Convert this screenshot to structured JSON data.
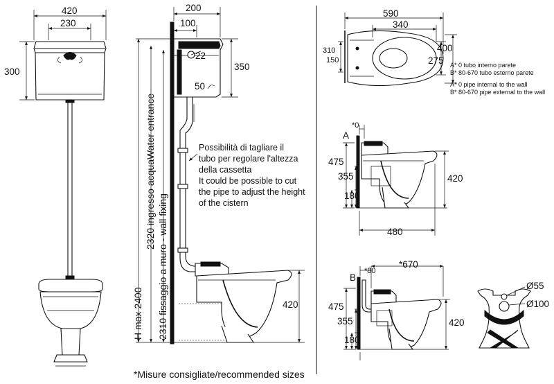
{
  "front_view": {
    "cistern_width": "420",
    "cistern_inner_width": "230",
    "cistern_height": "300"
  },
  "side_view": {
    "cistern_depth": "200",
    "cistern_inner": "100",
    "pipe_diameter": "22",
    "cistern_height": "350",
    "flush_pipe": "50",
    "bowl_height": "420",
    "total_height": "H max 2400",
    "water_entrance": "2320 ingresso acquaWater entrance",
    "wall_fixing": "2310 fissaggio a muro - wall fixing"
  },
  "cut_note": {
    "lines": [
      "Possibilità di tagliare il",
      "tubo per regolare l'altezza",
      "della cassetta",
      "It could be possible to cut",
      "the pipe to adjust the height",
      "of the cistern"
    ]
  },
  "top_view": {
    "length": "590",
    "inner_length": "340",
    "width": "400",
    "inner_width": "275",
    "depth_left": "310",
    "depth_left_inner": "150"
  },
  "legend": {
    "lines": [
      "A* 0 tubo interno parete",
      "B* 80-670 tubo esterno parete",
      "A* 0  pipe internal to the wall",
      "B* 80-670 pipe external to the wall"
    ]
  },
  "detail_a": {
    "label": "A",
    "offset": "*0",
    "dim_475": "475",
    "dim_355": "355",
    "dim_180": "180",
    "dim_420": "420",
    "dim_480": "480"
  },
  "detail_b": {
    "label": "B",
    "offset": "*80",
    "length": "*670",
    "dim_475": "475",
    "dim_355": "355",
    "dim_180": "180",
    "dim_420": "420"
  },
  "rear_view": {
    "dia_55": "Ø55",
    "dia_100": "Ø100"
  },
  "footnote": "*Misure consigliate/recommended sizes"
}
